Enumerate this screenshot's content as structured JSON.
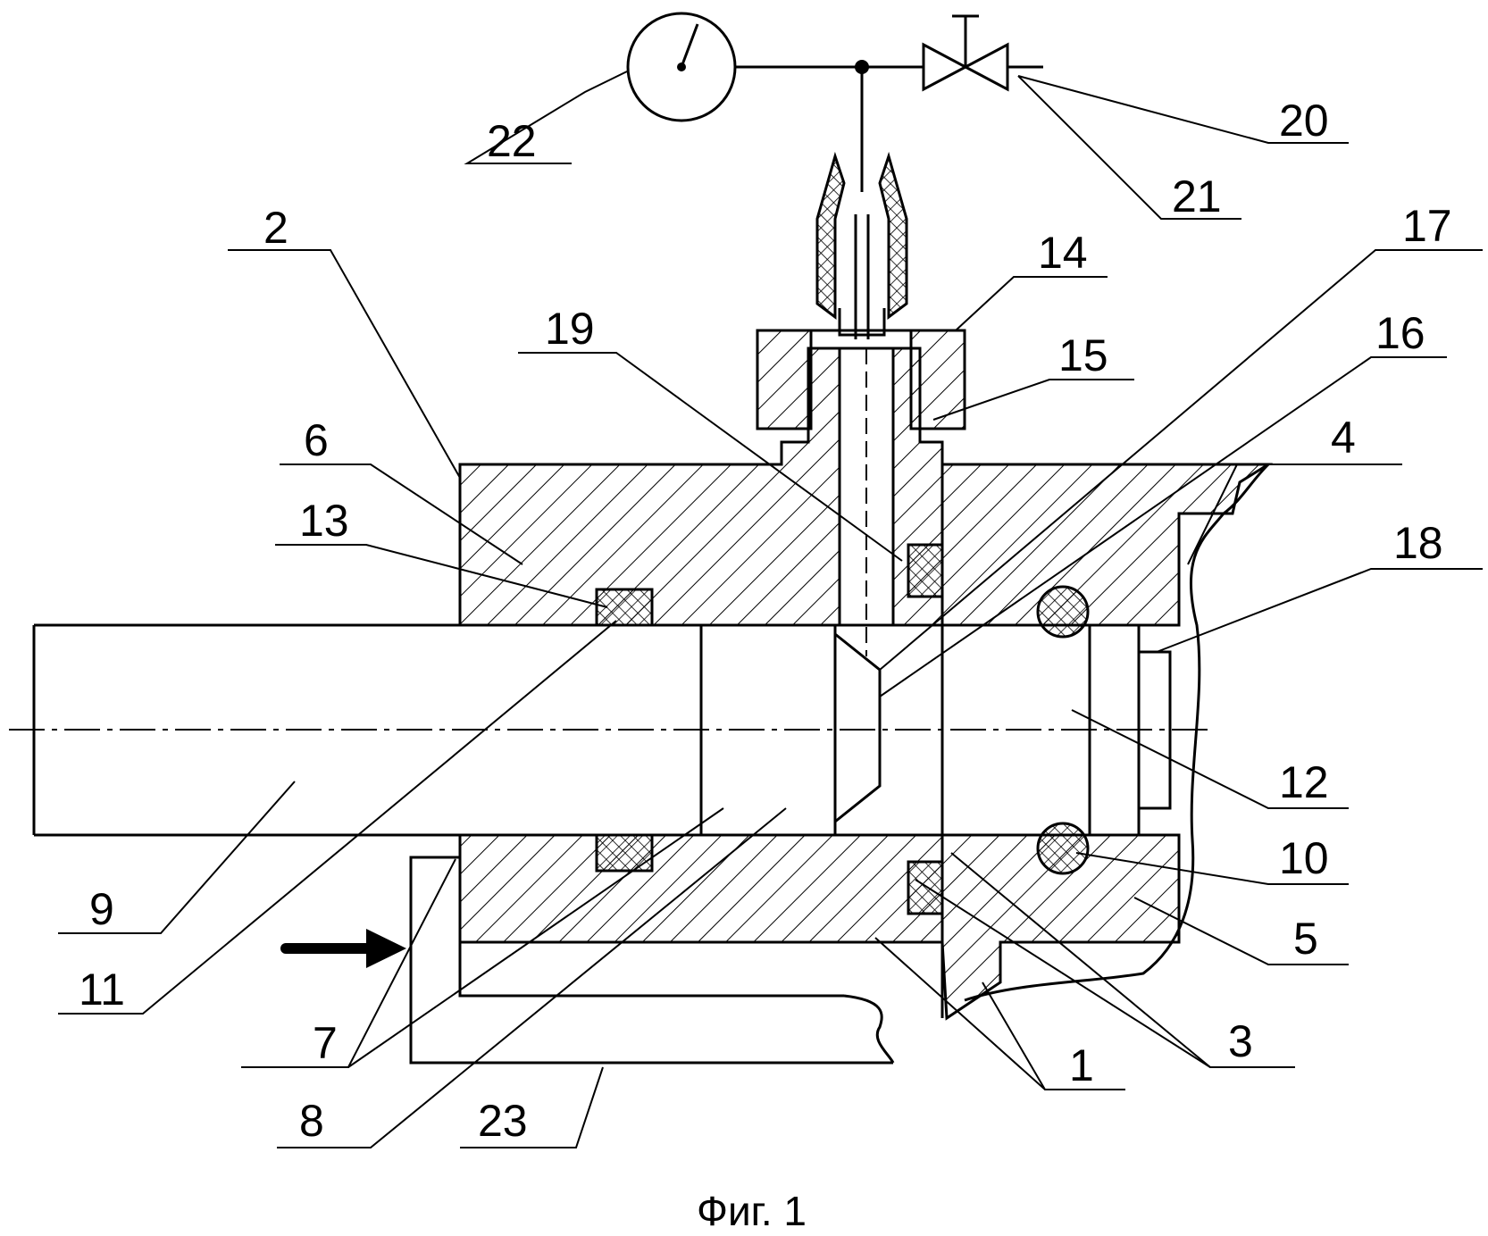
{
  "caption": "Фиг. 1",
  "labels": {
    "l1": "1",
    "l2": "2",
    "l3": "3",
    "l4": "4",
    "l5": "5",
    "l6": "6",
    "l7": "7",
    "l8": "8",
    "l9": "9",
    "l10": "10",
    "l11": "11",
    "l12": "12",
    "l13": "13",
    "l14": "14",
    "l15": "15",
    "l16": "16",
    "l17": "17",
    "l18": "18",
    "l19": "19",
    "l20": "20",
    "l21": "21",
    "l22": "22",
    "l23": "23"
  }
}
